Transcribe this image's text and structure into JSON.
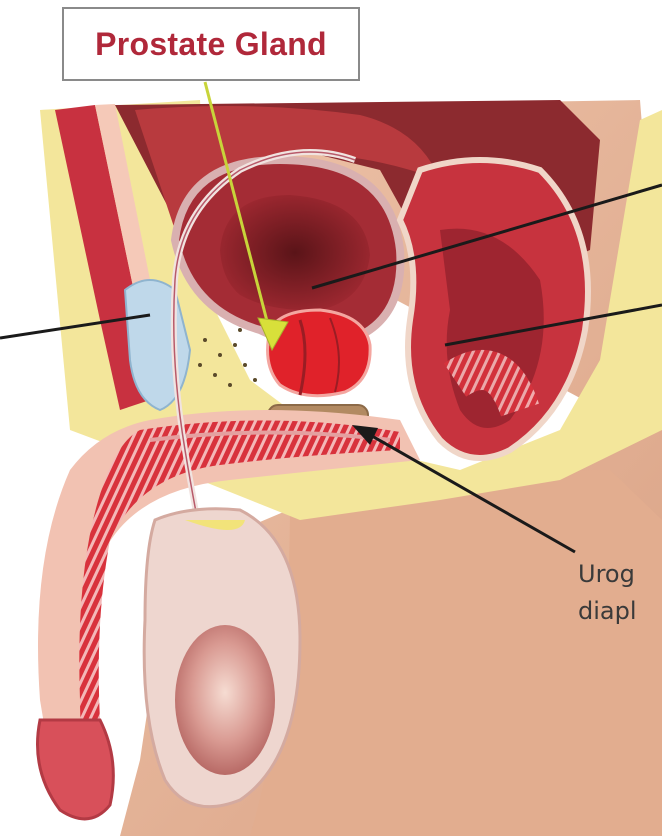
{
  "labels": {
    "prostate": "Prostate Gland",
    "urogenital_line1": "Urog",
    "urogenital_line2": "diapl"
  },
  "colors": {
    "label_text": "#b0283a",
    "callout_arrow": "#c8d43a",
    "leader_lines": "#1a1a1a",
    "skin": "#e9b99c",
    "fat": "#f3e79a",
    "muscle": "#c8323c",
    "prostate": "#e0222a",
    "diaphragm": "#b08860",
    "bladder_wall": "#9b2a34"
  }
}
